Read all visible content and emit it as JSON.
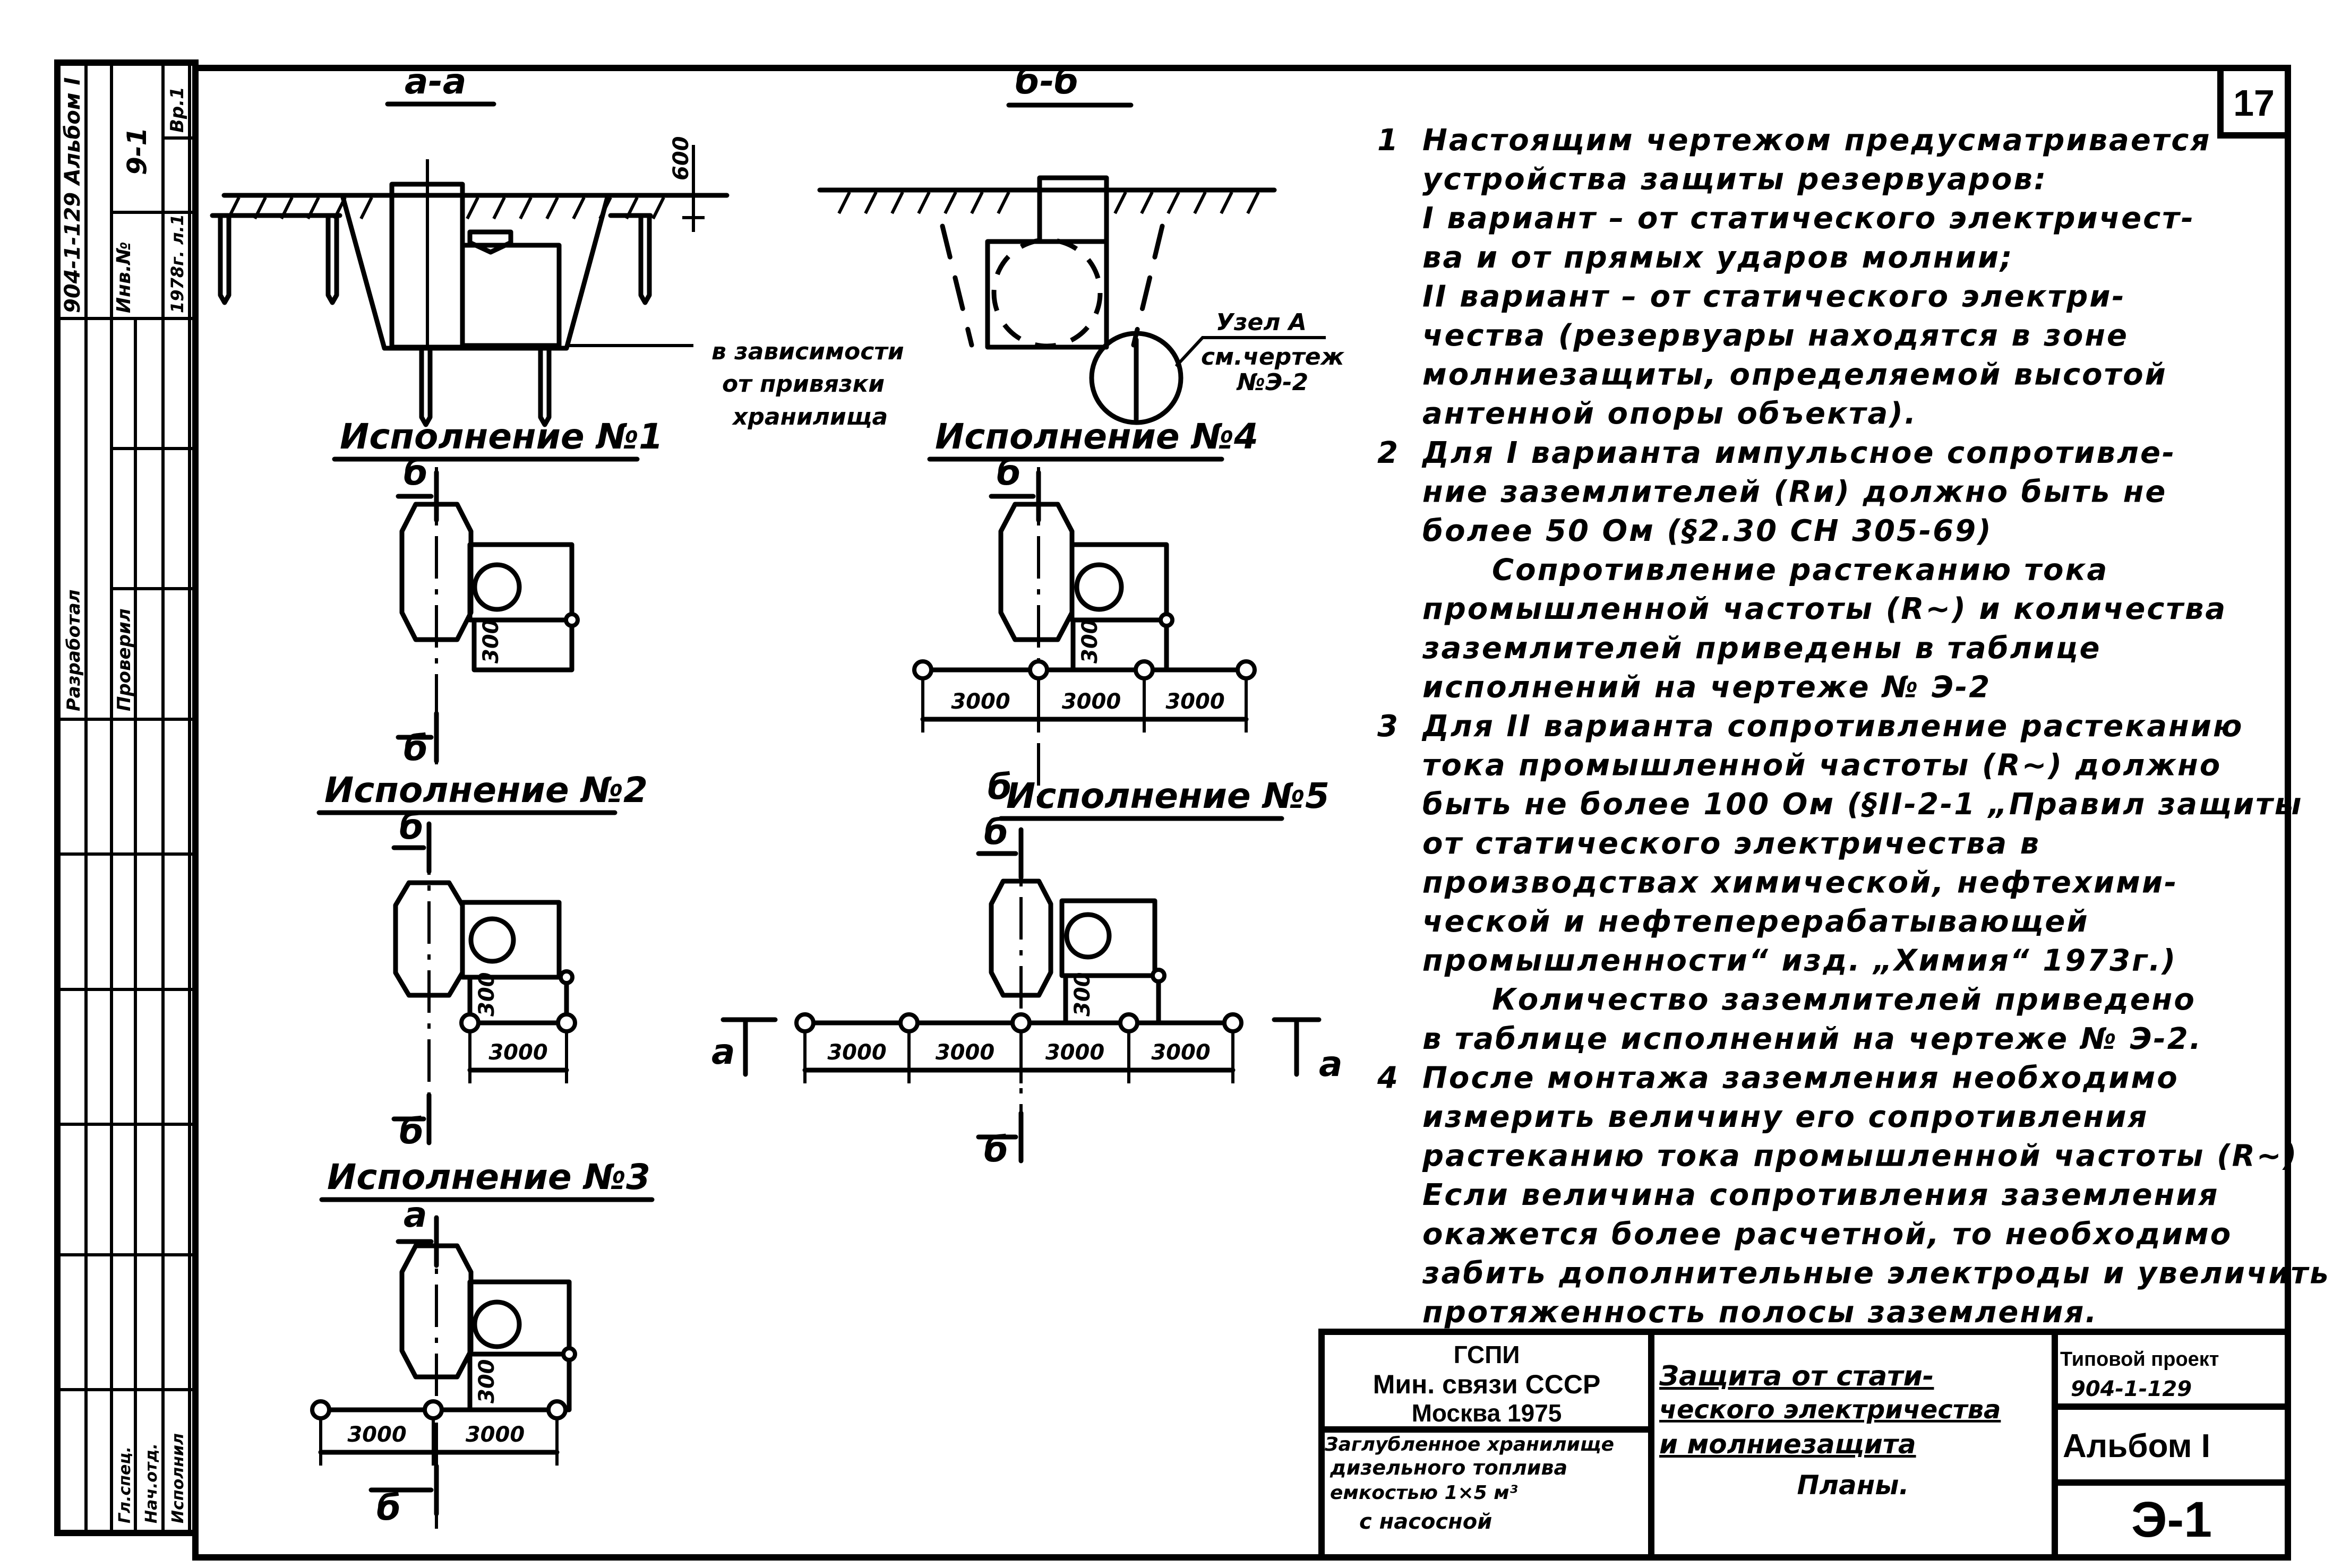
{
  "sheet_number": "17",
  "sections": {
    "a_a": "а-а",
    "b_b": "б-б"
  },
  "section_marks": {
    "a": "а",
    "b": "б"
  },
  "elevation_dim": "600",
  "section_a_note": [
    "в зависимости",
    "от привязки",
    "хранилища"
  ],
  "node": {
    "title": "Узел А",
    "ref1": "см.чертеж",
    "ref2": "№Э-2"
  },
  "plans": [
    {
      "label": "Исполнение №1",
      "small_dim": "300",
      "dims": []
    },
    {
      "label": "Исполнение №4",
      "small_dim": "300",
      "dims": [
        "3000",
        "3000",
        "3000"
      ]
    },
    {
      "label": "Исполнение №2",
      "small_dim": "300",
      "dims": [
        "3000"
      ]
    },
    {
      "label": "Исполнение №5",
      "small_dim": "300",
      "dims": [
        "3000",
        "3000",
        "3000",
        "3000"
      ]
    },
    {
      "label": "Исполнение №3",
      "small_dim": "300",
      "dims": [
        "3000",
        "3000"
      ]
    }
  ],
  "notes": [
    {
      "n": "1",
      "text": "Настоящим чертежом предусматривается"
    },
    {
      "text": "устройства  защиты резервуаров:"
    },
    {
      "text": "I вариант – от статического электричест-"
    },
    {
      "text": "ва и от прямых ударов молнии;"
    },
    {
      "text": "II вариант – от статического электри-"
    },
    {
      "text": "чества (резервуары находятся в зоне"
    },
    {
      "text": "молниезащиты, определяемой высотой"
    },
    {
      "text": "антенной опоры объекта)."
    },
    {
      "n": "2",
      "text": "Для I варианта импульсное сопротивле-"
    },
    {
      "text": "ние заземлителей (Rи) должно быть не"
    },
    {
      "text": "более 50 Ом (§2.30 СН 305-69)"
    },
    {
      "text": "Сопротивление растеканию тока",
      "indent": true
    },
    {
      "text": "промышленной частоты (R~) и количества"
    },
    {
      "text": "заземлителей приведены в таблице"
    },
    {
      "text": "исполнений на чертеже № Э-2"
    },
    {
      "n": "3",
      "text": "Для II варианта сопротивление растеканию"
    },
    {
      "text": "тока промышленной частоты (R~) должно"
    },
    {
      "text": "быть не более 100 Ом (§II-2-1 „Правил защиты"
    },
    {
      "text": "от статического электричества в"
    },
    {
      "text": "производствах химической, нефтехими-"
    },
    {
      "text": "ческой и нефтеперерабатывающей"
    },
    {
      "text": "промышленности“ изд. „Химия“ 1973г.)"
    },
    {
      "text": "Количество заземлителей приведено",
      "indent": true
    },
    {
      "text": "в таблице исполнений на чертеже № Э-2."
    },
    {
      "n": "4",
      "text": "После монтажа заземления необходимо"
    },
    {
      "text": "измерить величину его сопротивления"
    },
    {
      "text": "растеканию тока промышленной частоты (R~)"
    },
    {
      "text": "Если величина сопротивления заземления"
    },
    {
      "text": "окажется более расчетной, то необходимо"
    },
    {
      "text": "забить дополнительные электроды и увеличить"
    },
    {
      "text": "протяженность полосы заземления."
    }
  ],
  "title_block": {
    "org": [
      "ГСПИ",
      "Мин. связи СССР",
      "Москва 1975"
    ],
    "object": [
      "Заглубленное хранилище",
      "дизельного топлива",
      "емкостью 1×5 м³",
      "с насосной"
    ],
    "drawing_title": [
      "Защита от стати-",
      "ческого электричества",
      "и молниезащита"
    ],
    "drawing_subtitle": "Планы.",
    "project_label": "Типовой проект",
    "project_number": "904-1-129",
    "album": "Альбом I",
    "sheet_code": "Э-1"
  },
  "side_stamp": {
    "project": "904-1-129 Альбом I",
    "code": "9-1",
    "inv": "Инв.№",
    "date": "1978г. л.1",
    "ver": "Вр.1",
    "roles": [
      "Разработал",
      "Проверил",
      "Гл.спец.",
      "Нач.отд.",
      "Исполнил"
    ]
  }
}
